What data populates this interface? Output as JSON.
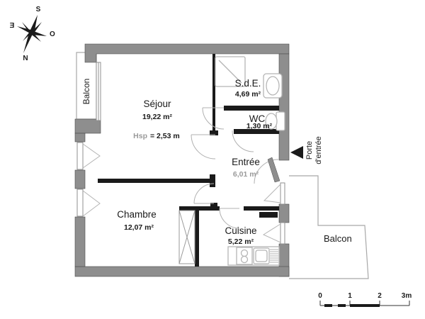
{
  "plan": {
    "rooms": {
      "sejour": {
        "name": "Séjour",
        "area": "19,22 m²"
      },
      "chambre": {
        "name": "Chambre",
        "area": "12,07 m²"
      },
      "cuisine": {
        "name": "Cuisine",
        "area": "5,22 m²"
      },
      "sde": {
        "name": "S.d.E.",
        "area": "4,69 m²"
      },
      "wc": {
        "name": "WC",
        "area": "1,30 m²"
      },
      "entree": {
        "name": "Entrée",
        "area": "6,01 m²"
      }
    },
    "ceiling_height": {
      "label": "Hsp",
      "value": "= 2,53 m"
    },
    "balcony_left": "Balcon",
    "balcony_right": "Balcon",
    "entrance_door": {
      "line1": "Porte",
      "line2": "d'entrée"
    },
    "compass": {
      "north": "N",
      "south": "S",
      "east": "Ǝ",
      "west": "O"
    },
    "scale_bar": {
      "ticks": [
        "0",
        "1",
        "2",
        "3m"
      ]
    },
    "colors": {
      "exterior_wall": "#8e8e8e",
      "interior_wall": "#1a1a1a",
      "thin_line": "#a8a8a8",
      "fixture_line": "#b5b5b5",
      "gray_text": "#9a9a9a"
    }
  }
}
